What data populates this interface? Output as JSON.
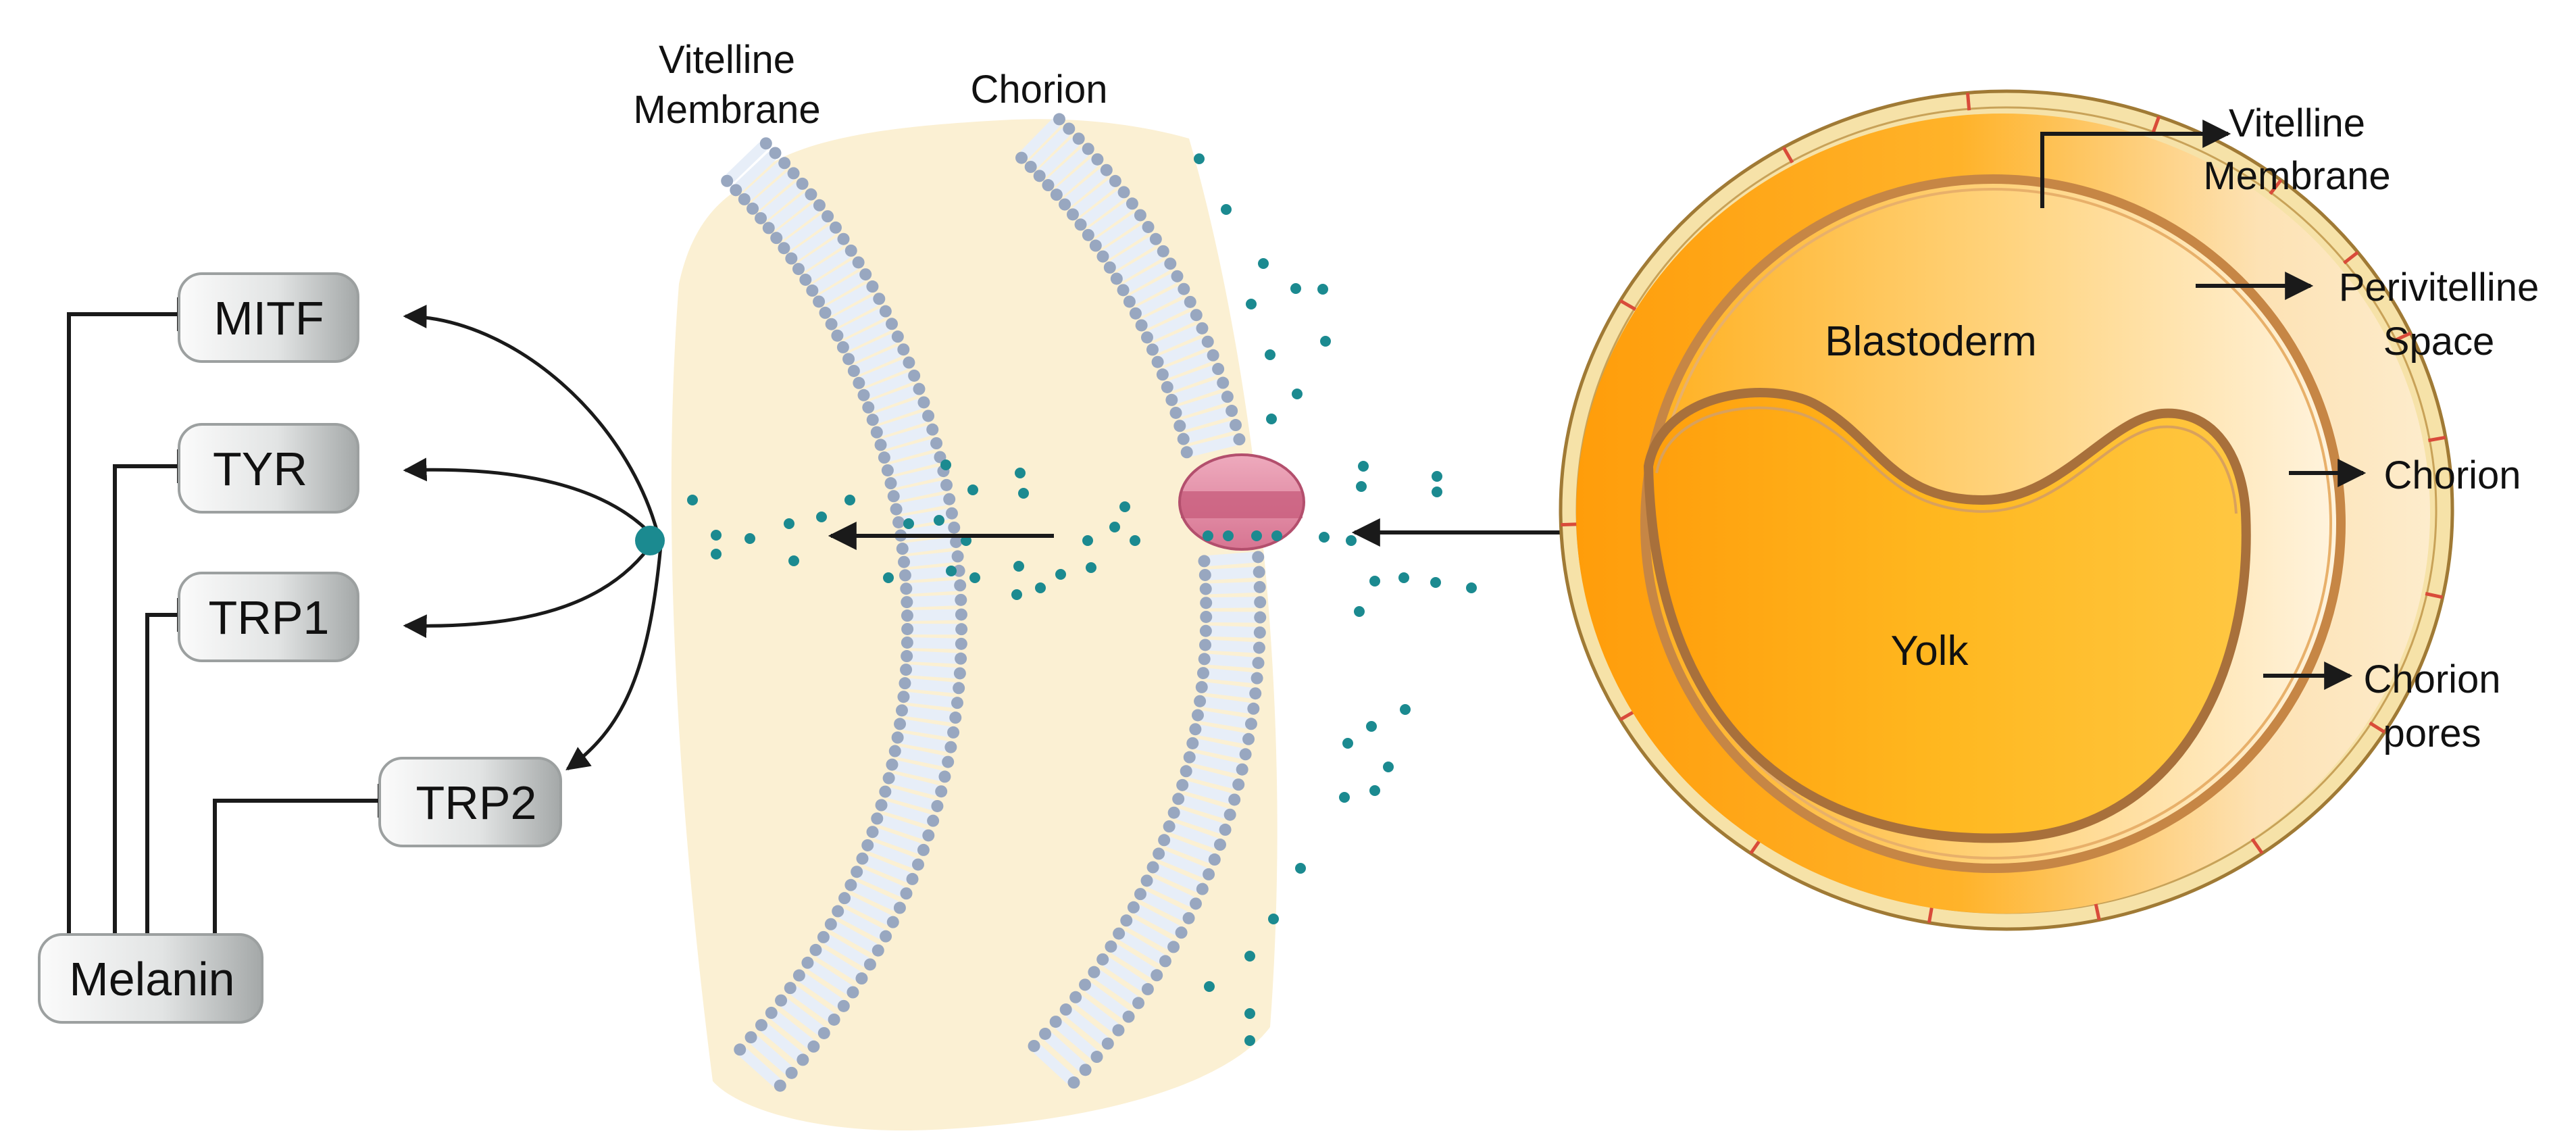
{
  "colors": {
    "membrane_band": "#fbf0d3",
    "lipid_head": "#98a7c0",
    "lipid_tail": "#e7eef8",
    "molecule": "#1b8a90",
    "pore": "#e48aa2",
    "pore_dark": "#c75b7b",
    "chorion_ring": "#f6e2a8",
    "yolk_outer": "#ffac1c",
    "perivitelline": "#fde6bd",
    "vitelline_ring": "#c68645",
    "blastoderm_top": "#fff1d6",
    "yolk_inner": "#ffb51e",
    "gene_box_light": "#fbfbfb",
    "gene_box_dark": "#a4a8a8"
  },
  "genes": {
    "mitf": "MITF",
    "tyr": "TYR",
    "trp1": "TRP1",
    "trp2": "TRP2",
    "melanin": "Melanin"
  },
  "membrane_labels": {
    "vitelline_line1": "Vitelline",
    "vitelline_line2": "Membrane",
    "chorion": "Chorion"
  },
  "egg": {
    "blastoderm": "Blastoderm",
    "yolk": "Yolk"
  },
  "egg_labels": {
    "vitelline_line1": "Vitelline",
    "vitelline_line2": "Membrane",
    "perivitelline_line1": "Perivitelline",
    "perivitelline_line2": "Space",
    "chorion": "Chorion",
    "pores_line1": "Chorion",
    "pores_line2": "pores"
  }
}
